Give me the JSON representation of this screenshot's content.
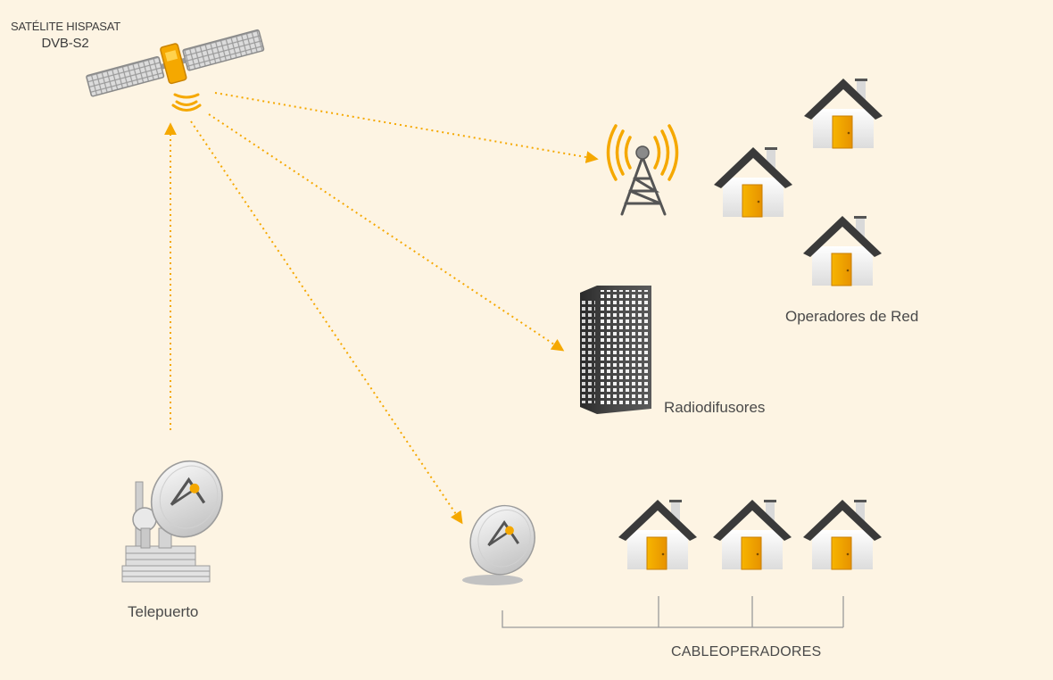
{
  "satellite": {
    "title_line1": "SATÉLITE HISPASAT",
    "title_line2": "DVB-S2"
  },
  "labels": {
    "operadores": "Operadores de Red",
    "radiodifusores": "Radiodifusores",
    "telepuerto": "Telepuerto",
    "cableoperadores": "CABLEOPERADORES"
  },
  "colors": {
    "background": "#fdf4e3",
    "accent": "#f5a800",
    "roof": "#3a3a3a",
    "wall": "#f4f4f4",
    "building": "#3c3c3c"
  }
}
